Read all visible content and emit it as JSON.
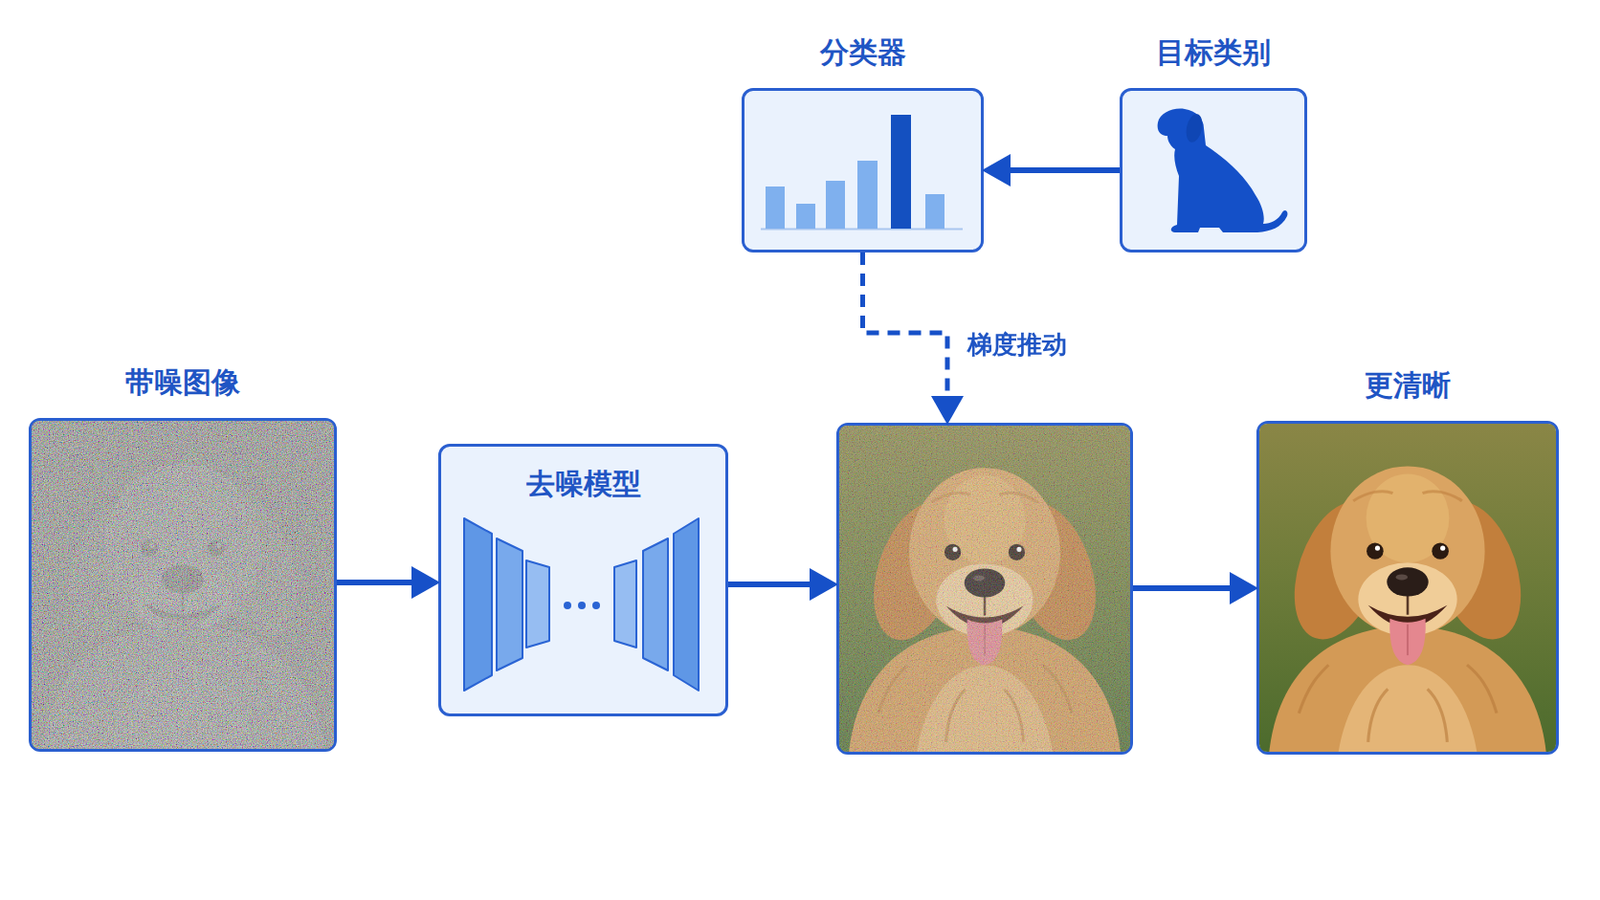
{
  "diagram": {
    "nodes": [
      {
        "text": [
          "分类器"
        ]
      },
      {
        "text": [
          "目标类别"
        ]
      },
      {
        "text": [
          "带噪图像"
        ]
      },
      {
        "text": [
          "去噪模型"
        ]
      },
      {
        "text": []
      },
      {
        "text": [
          "更清晰"
        ]
      }
    ],
    "edges": [
      {
        "from": 1,
        "to": 0,
        "arrow": "to"
      },
      {
        "from": 0,
        "to": 4,
        "label": "梯度推动",
        "arrow": "to"
      },
      {
        "from": 2,
        "to": 3,
        "arrow": "to"
      },
      {
        "from": 3,
        "to": 4,
        "arrow": "to"
      },
      {
        "from": 4,
        "to": 5,
        "arrow": "to"
      }
    ]
  }
}
